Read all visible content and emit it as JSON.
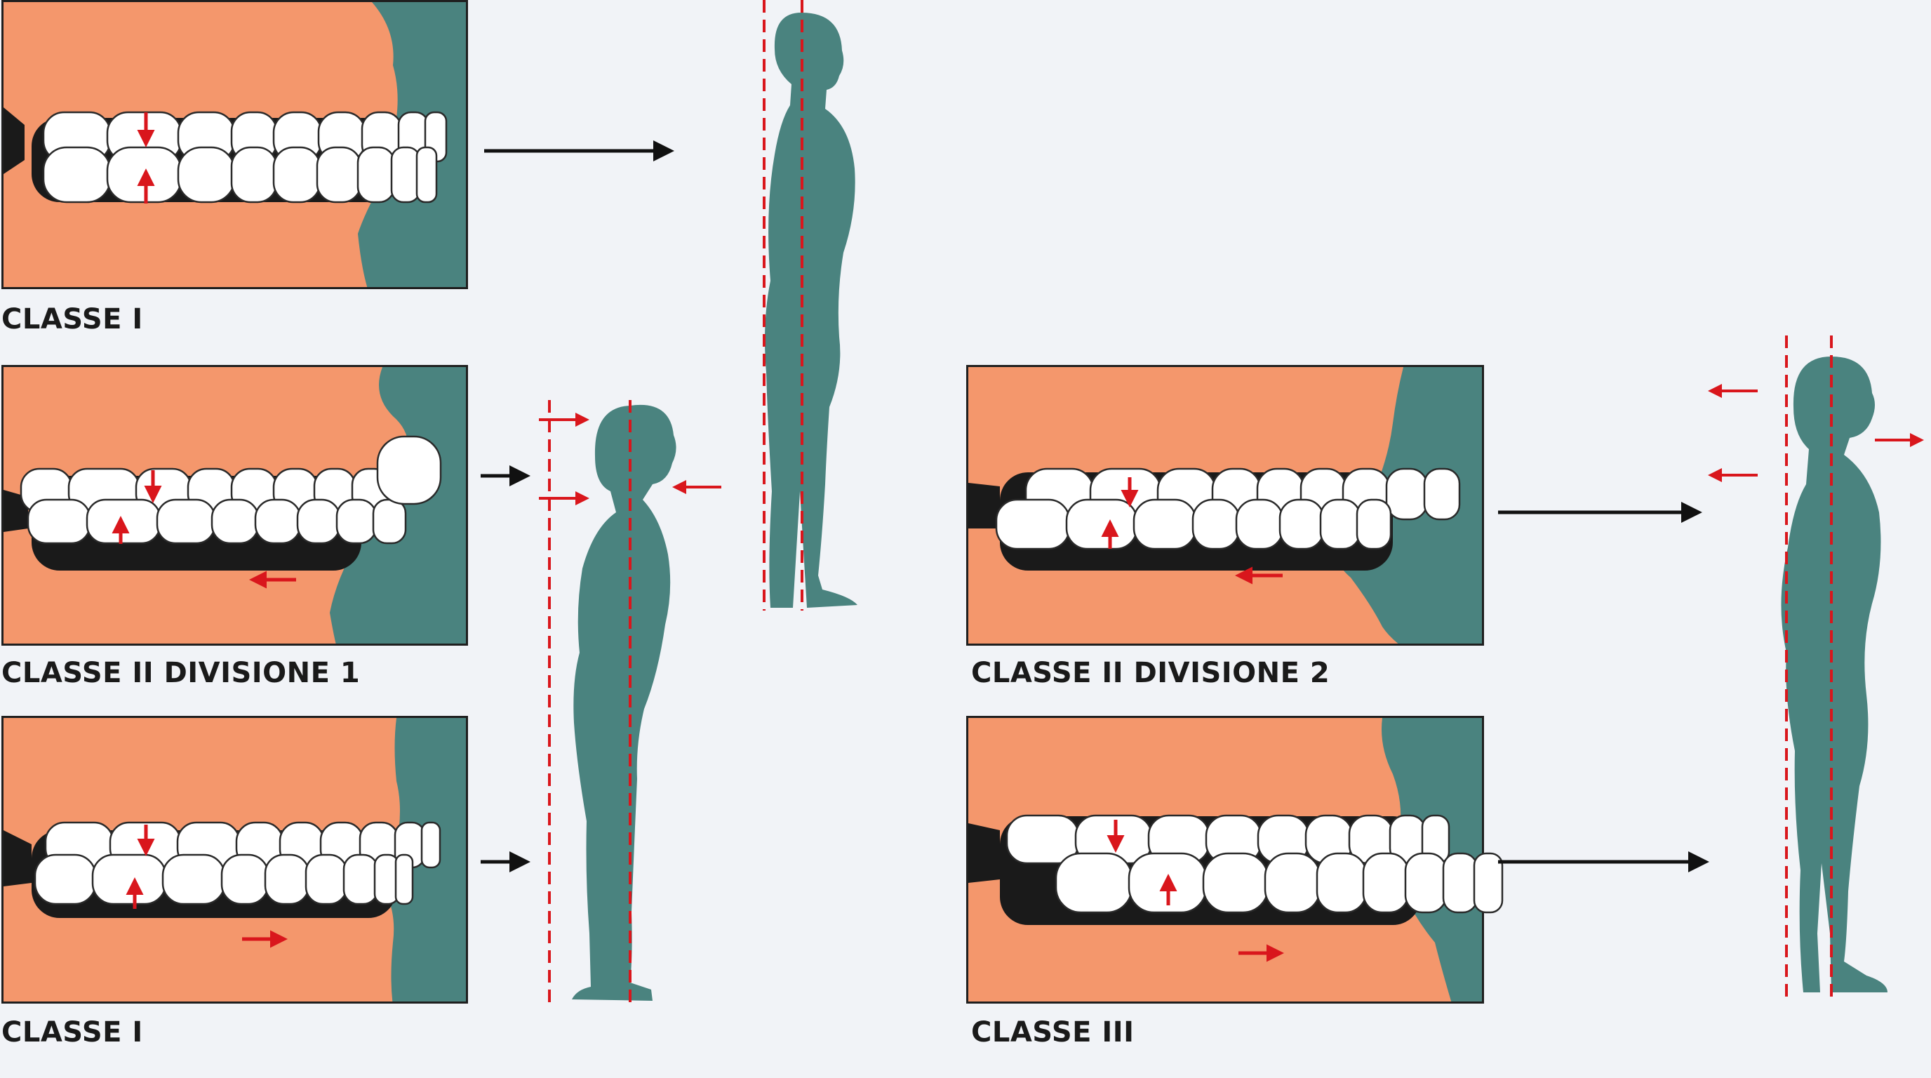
{
  "colors": {
    "background": "#f1f3f7",
    "gum": "#f4976c",
    "face": "#4a837f",
    "tooth": "#ffffff",
    "marker": "#d9161c",
    "arrow": "#111111"
  },
  "panels": [
    {
      "id": "class-1-top",
      "label": "CLASSE I"
    },
    {
      "id": "class-2-div-1",
      "label": "CLASSE II DIVISIONE 1"
    },
    {
      "id": "class-1-bottom",
      "label": "CLASSE I"
    },
    {
      "id": "class-2-div-2",
      "label": "CLASSE II DIVISIONE 2"
    },
    {
      "id": "class-3",
      "label": "CLASSE III"
    }
  ],
  "icons": {
    "figures": [
      "upright-posture-figure",
      "forward-head-posture-figure",
      "backward-head-posture-figure"
    ],
    "markers": [
      "plumb-line",
      "red-direction-arrow",
      "black-flow-arrow"
    ]
  }
}
